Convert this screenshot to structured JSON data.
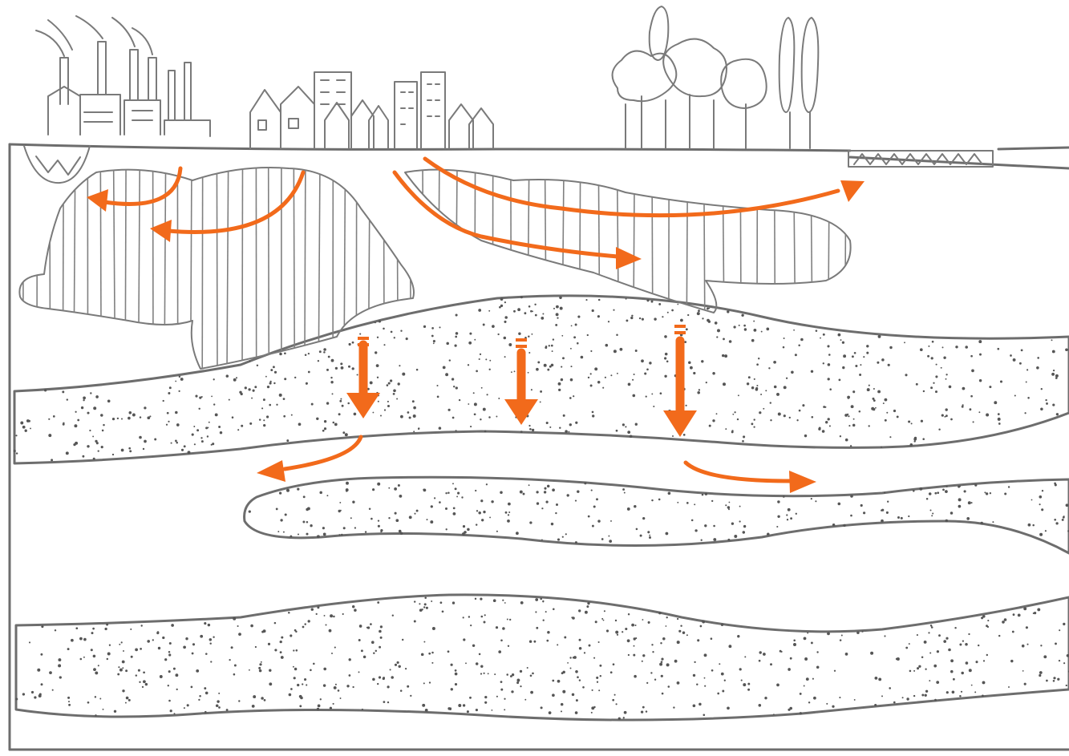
{
  "diagram": {
    "colors": {
      "accent": "#F26A1B",
      "ink": "#6d6d6d",
      "background": "#ffffff"
    },
    "surface_features": [
      {
        "name": "factory",
        "icon": "factory-icon"
      },
      {
        "name": "landfill-pit",
        "icon": "landfill-icon"
      },
      {
        "name": "town",
        "icon": "town-icon"
      },
      {
        "name": "city",
        "icon": "city-icon"
      },
      {
        "name": "forest",
        "icon": "forest-icon"
      },
      {
        "name": "bridge",
        "icon": "bridge-icon"
      }
    ],
    "layers": [
      {
        "name": "top-aquifer"
      },
      {
        "name": "upper-aquitard"
      },
      {
        "name": "middle-aquifer"
      },
      {
        "name": "clay-lens"
      },
      {
        "name": "lower-aquifer"
      },
      {
        "name": "bottom-aquitard"
      }
    ],
    "flow_arrows": [
      {
        "name": "plume-flow-factory"
      },
      {
        "name": "plume-flow-town"
      },
      {
        "name": "plume-flow-city-east"
      },
      {
        "name": "plume-flow-city-forest"
      },
      {
        "name": "leakage-arrow-1"
      },
      {
        "name": "leakage-arrow-2"
      },
      {
        "name": "leakage-arrow-3"
      },
      {
        "name": "deep-flow-west"
      },
      {
        "name": "deep-flow-east"
      }
    ],
    "legend": {}
  }
}
